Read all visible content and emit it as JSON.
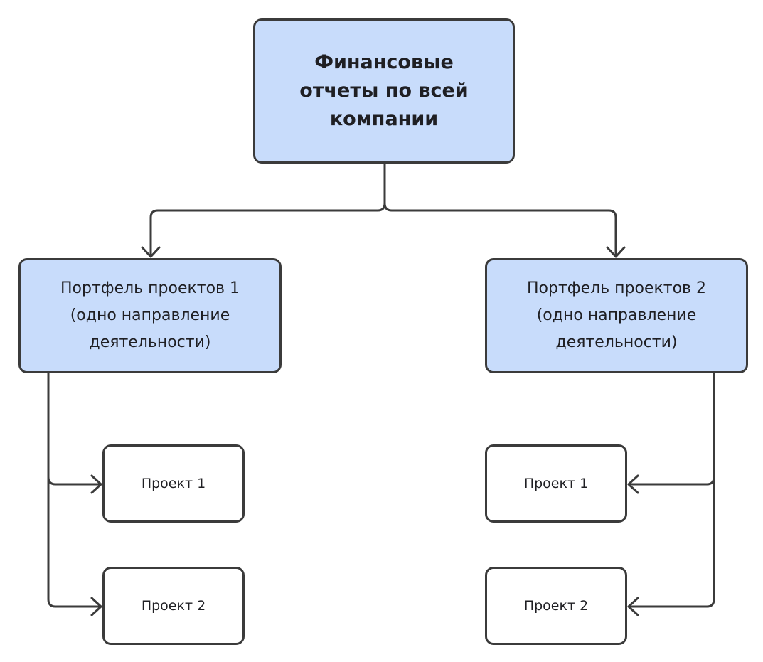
{
  "diagram": {
    "root": {
      "label": "Финансовые\nотчеты по всей\nкомпании"
    },
    "portfolios": [
      {
        "label": "Портфель проектов 1\n(одно направление\nдеятельности)",
        "projects": [
          "Проект 1",
          "Проект 2"
        ]
      },
      {
        "label": "Портфель проектов  2\n(одно направление\nдеятельности)",
        "projects": [
          "Проект 1",
          "Проект 2"
        ]
      }
    ]
  },
  "colors": {
    "portfolio_fill": "#c8dcfb",
    "border": "#3b3b3b",
    "text": "#1f1f23"
  }
}
